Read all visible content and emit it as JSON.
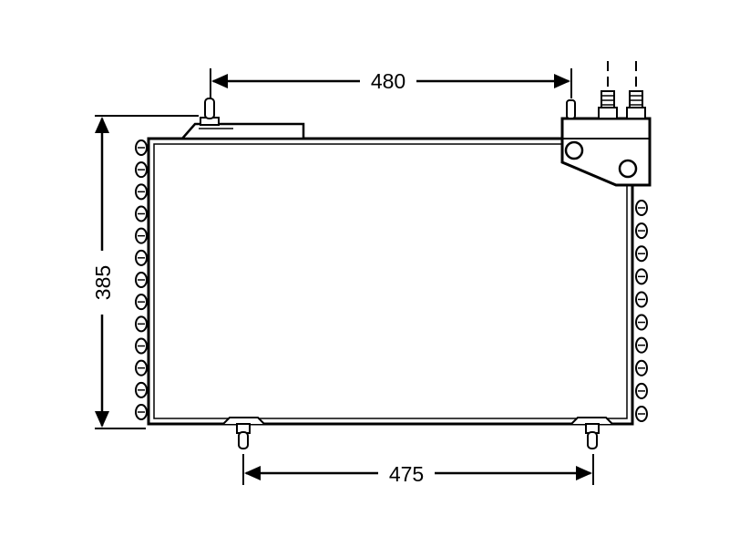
{
  "dimensions": {
    "top_width": "480",
    "bottom_width": "475",
    "height": "385"
  },
  "colors": {
    "line": "#000000",
    "background": "#ffffff"
  },
  "tube_ends": {
    "left_count": 13,
    "right_count": 10
  }
}
